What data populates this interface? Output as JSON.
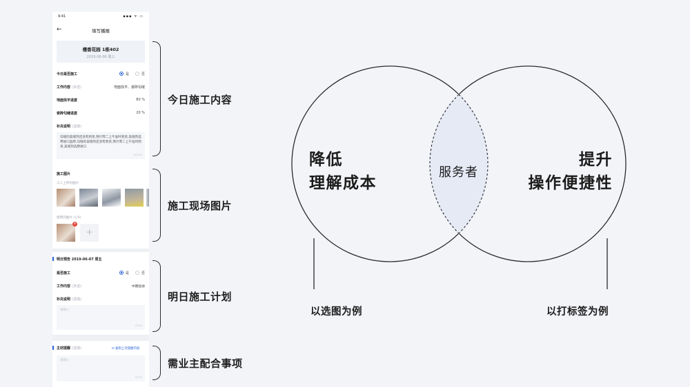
{
  "phone": {
    "status_time": "9:41",
    "status_icons": "▪▪▪ ᯤ ▭",
    "nav_title": "填写播报",
    "project_name": "槿香花园 1栋402",
    "project_date": "2019-06-06 周三",
    "today": {
      "construct_label": "今日是否施工",
      "yes": "是",
      "no": "否",
      "work_label": "工作内容",
      "work_optional": "(多选)",
      "work_value": "地面找平、瓷砖勾缝",
      "progress1_label": "地面找平进度",
      "progress1_value": "80 %",
      "progress2_label": "瓷砖勾缝进度",
      "progress2_value": "20 %",
      "notes_label": "补充说明",
      "notes_optional": "(选填)",
      "notes_text": "勾缝的美缝剂还没有到货,预计周二上午准时到货,美缝剂选用进口品牌,勾缝的美缝剂还没有到货,预计周二上午准时到货,美缝剂选用进口",
      "notes_counter": "64/300"
    },
    "photos": {
      "title": "施工图片",
      "uploaded_label": "工人上传的图片",
      "used_label": "使用的图片 (1/9)",
      "add": "+",
      "del": "×"
    },
    "tomorrow": {
      "header": "明日预告 2019-06-07 周五",
      "construct_label": "是否施工",
      "yes": "是",
      "no": "否",
      "work_label": "工作内容",
      "work_optional": "(多选)",
      "work_value": "中期验收",
      "notes_label": "补充说明",
      "notes_optional": "(选填)",
      "placeholder": "请输入",
      "counter": "0/300"
    },
    "owner": {
      "header": "主材提醒",
      "header_optional": "(选填)",
      "link": "复制上次提醒内容",
      "placeholder": "请输入",
      "counter": "0/300"
    }
  },
  "sections": {
    "today": "今日施工内容",
    "photos": "施工现场图片",
    "tomorrow": "明日施工计划",
    "owner": "需业主配合事项"
  },
  "venn": {
    "left_line1": "降低",
    "left_line2": "理解成本",
    "right_line1": "提升",
    "right_line2": "操作便捷性",
    "center": "服务者",
    "left_example": "以选图为例",
    "right_example": "以打标签为例",
    "overlap_color": "#e6eaf5",
    "stroke_color": "#2a2a2a"
  }
}
